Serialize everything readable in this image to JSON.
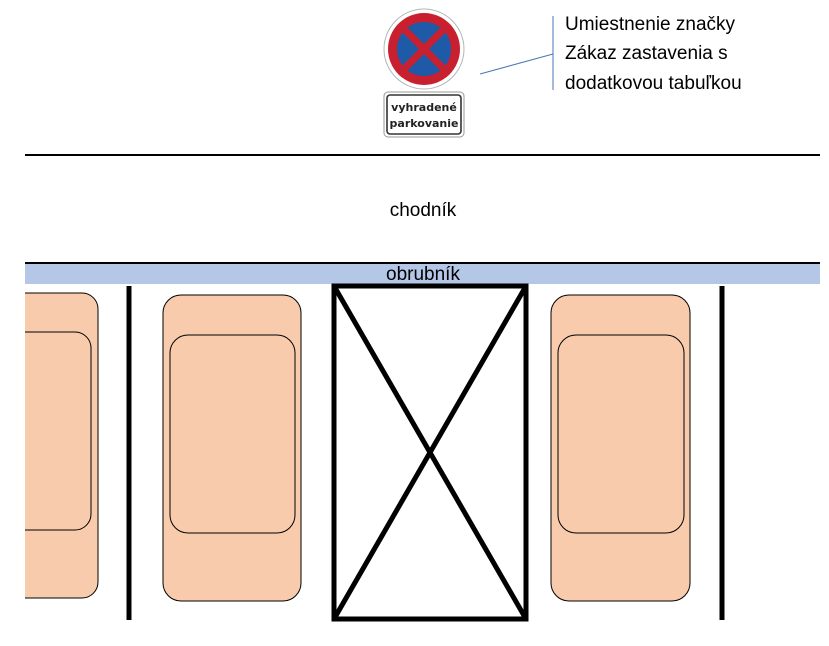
{
  "sign": {
    "plate_line1": "vyhradené",
    "plate_line2": "parkovanie",
    "icon": "no-stopping-sign-icon",
    "colors": {
      "ring": "#c8202f",
      "field": "#1e5aa8",
      "border": "#ffffff"
    }
  },
  "callout": {
    "line1": "Umiestnenie značky",
    "line2": "Zákaz zastavenia s",
    "line3": "dodatkovou tabuľkou",
    "line_color": "#4a78b5"
  },
  "sidewalk": {
    "label": "chodník"
  },
  "curb": {
    "label": "obrubník",
    "color": "#b4c7e7"
  },
  "parking": {
    "car_color": "#f8cbad",
    "car_count": 3,
    "reserved_spot_icon": "x-cross-icon"
  }
}
